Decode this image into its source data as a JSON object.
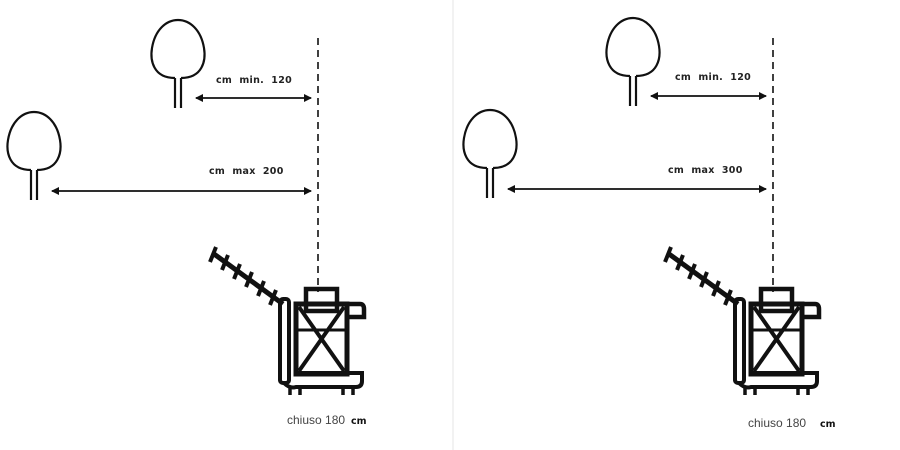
{
  "panels": [
    {
      "min_label": "cm  min.  120",
      "max_label": "cm  max  200",
      "caption": "chiuso 180",
      "caption_unit": "cm"
    },
    {
      "min_label": "cm  min.  120",
      "max_label": "cm  max  300",
      "caption": "chiuso 180",
      "caption_unit": "cm"
    }
  ]
}
